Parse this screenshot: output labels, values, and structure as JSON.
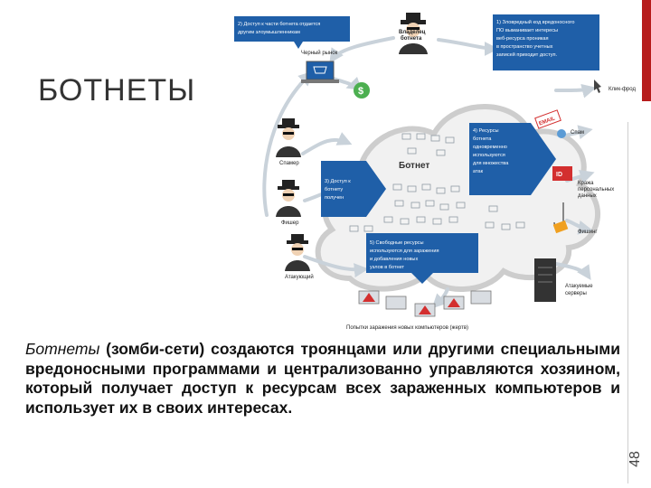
{
  "slide": {
    "title": "БОТНЕТЫ",
    "number": "48"
  },
  "diagram": {
    "center_label": "Ботнет",
    "roles": {
      "owner": "Владелец ботнета",
      "black_market": "Черный рынок",
      "spammer": "Спамер",
      "phisher": "Фишер",
      "attacker": "Атакующий"
    },
    "targets": {
      "click_fraud": "Клик-фрод",
      "spam": "Спам",
      "theft": "Кража персональных данных",
      "phishing": "Фишинг",
      "attacked_servers": "Атакуемые серверы"
    },
    "steps": {
      "s1": "1) Зловредный код вредоносного ПО выманивает интересы веб-ресурса проникая в пространство учетных записей приходит доступ.",
      "s2": "2) Доступ к части ботнета отдается другим злоумышленникам",
      "s3": "3) Доступ к ботнету получен",
      "s4": "4) Ресурсы ботнета одновременно используются для множества атак",
      "s5": "5) Свободные ресурсы используются для заражения и добавления новых узлов в ботнет"
    },
    "bottom_caption": "Попытки заражения новых компьютеров (жертв)",
    "badges": {
      "dollar": "$",
      "email": "EMAIL",
      "id": "ID"
    }
  },
  "body": {
    "lead": "Ботнеты",
    "text": " (зомби-сети) создаются троянцами или другими специальными вредоносными программами и централизованно управляются хозяином, который получает доступ к ресурсам всех зараженных компьютеров и использует их в своих интересах."
  },
  "colors": {
    "accent": "#b71c1c",
    "panel_blue": "#1f5fa8",
    "arrow_gray": "#c9d2da",
    "cloud": "#f1f1f1"
  }
}
